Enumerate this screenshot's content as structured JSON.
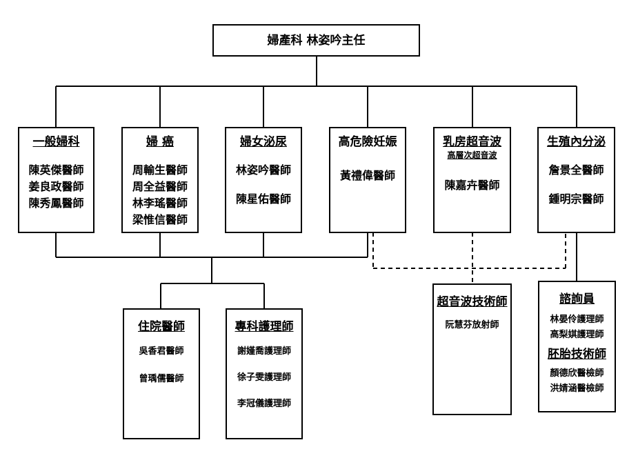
{
  "root": {
    "title": "婦產科 林姿吟主任"
  },
  "departments": [
    {
      "title": "一般婦科",
      "doctors": [
        "陳英傑醫師",
        "姜良政醫師",
        "陳秀鳳醫師"
      ]
    },
    {
      "title": "婦 癌",
      "doctors": [
        "周輸生醫師",
        "周全益醫師",
        "林李瑤醫師",
        "梁惟信醫師"
      ]
    },
    {
      "title": "婦女泌尿",
      "doctors": [
        "林姿吟醫師",
        "陳星佑醫師"
      ]
    },
    {
      "title": "高危險妊娠",
      "doctors": [
        "黃禮偉醫師"
      ]
    },
    {
      "title": "乳房超音波",
      "subtitle": "高層次超音波",
      "doctors": [
        "陳嘉卉醫師"
      ]
    },
    {
      "title": "生殖內分泌",
      "doctors": [
        "詹景全醫師",
        "鍾明宗醫師"
      ]
    }
  ],
  "staff": [
    {
      "title": "住院醫師",
      "members": [
        "吳香君醫師",
        "曾瑀儒醫師"
      ]
    },
    {
      "title": "專科護理師",
      "members": [
        "謝嫤喬護理師",
        "徐子雯護理師",
        "李冠儀護理師"
      ]
    }
  ],
  "ultrasound": {
    "title": "超音波技術師",
    "members": [
      "阮慧芬放射師"
    ]
  },
  "counselor": {
    "title": "諮詢員",
    "members": [
      "林晏伶護理師",
      "高梨娸護理師"
    ],
    "embryo_title": "胚胎技術師",
    "embryo_members": [
      "顏德欣醫檢師",
      "洪婧涵醫檢師"
    ]
  }
}
